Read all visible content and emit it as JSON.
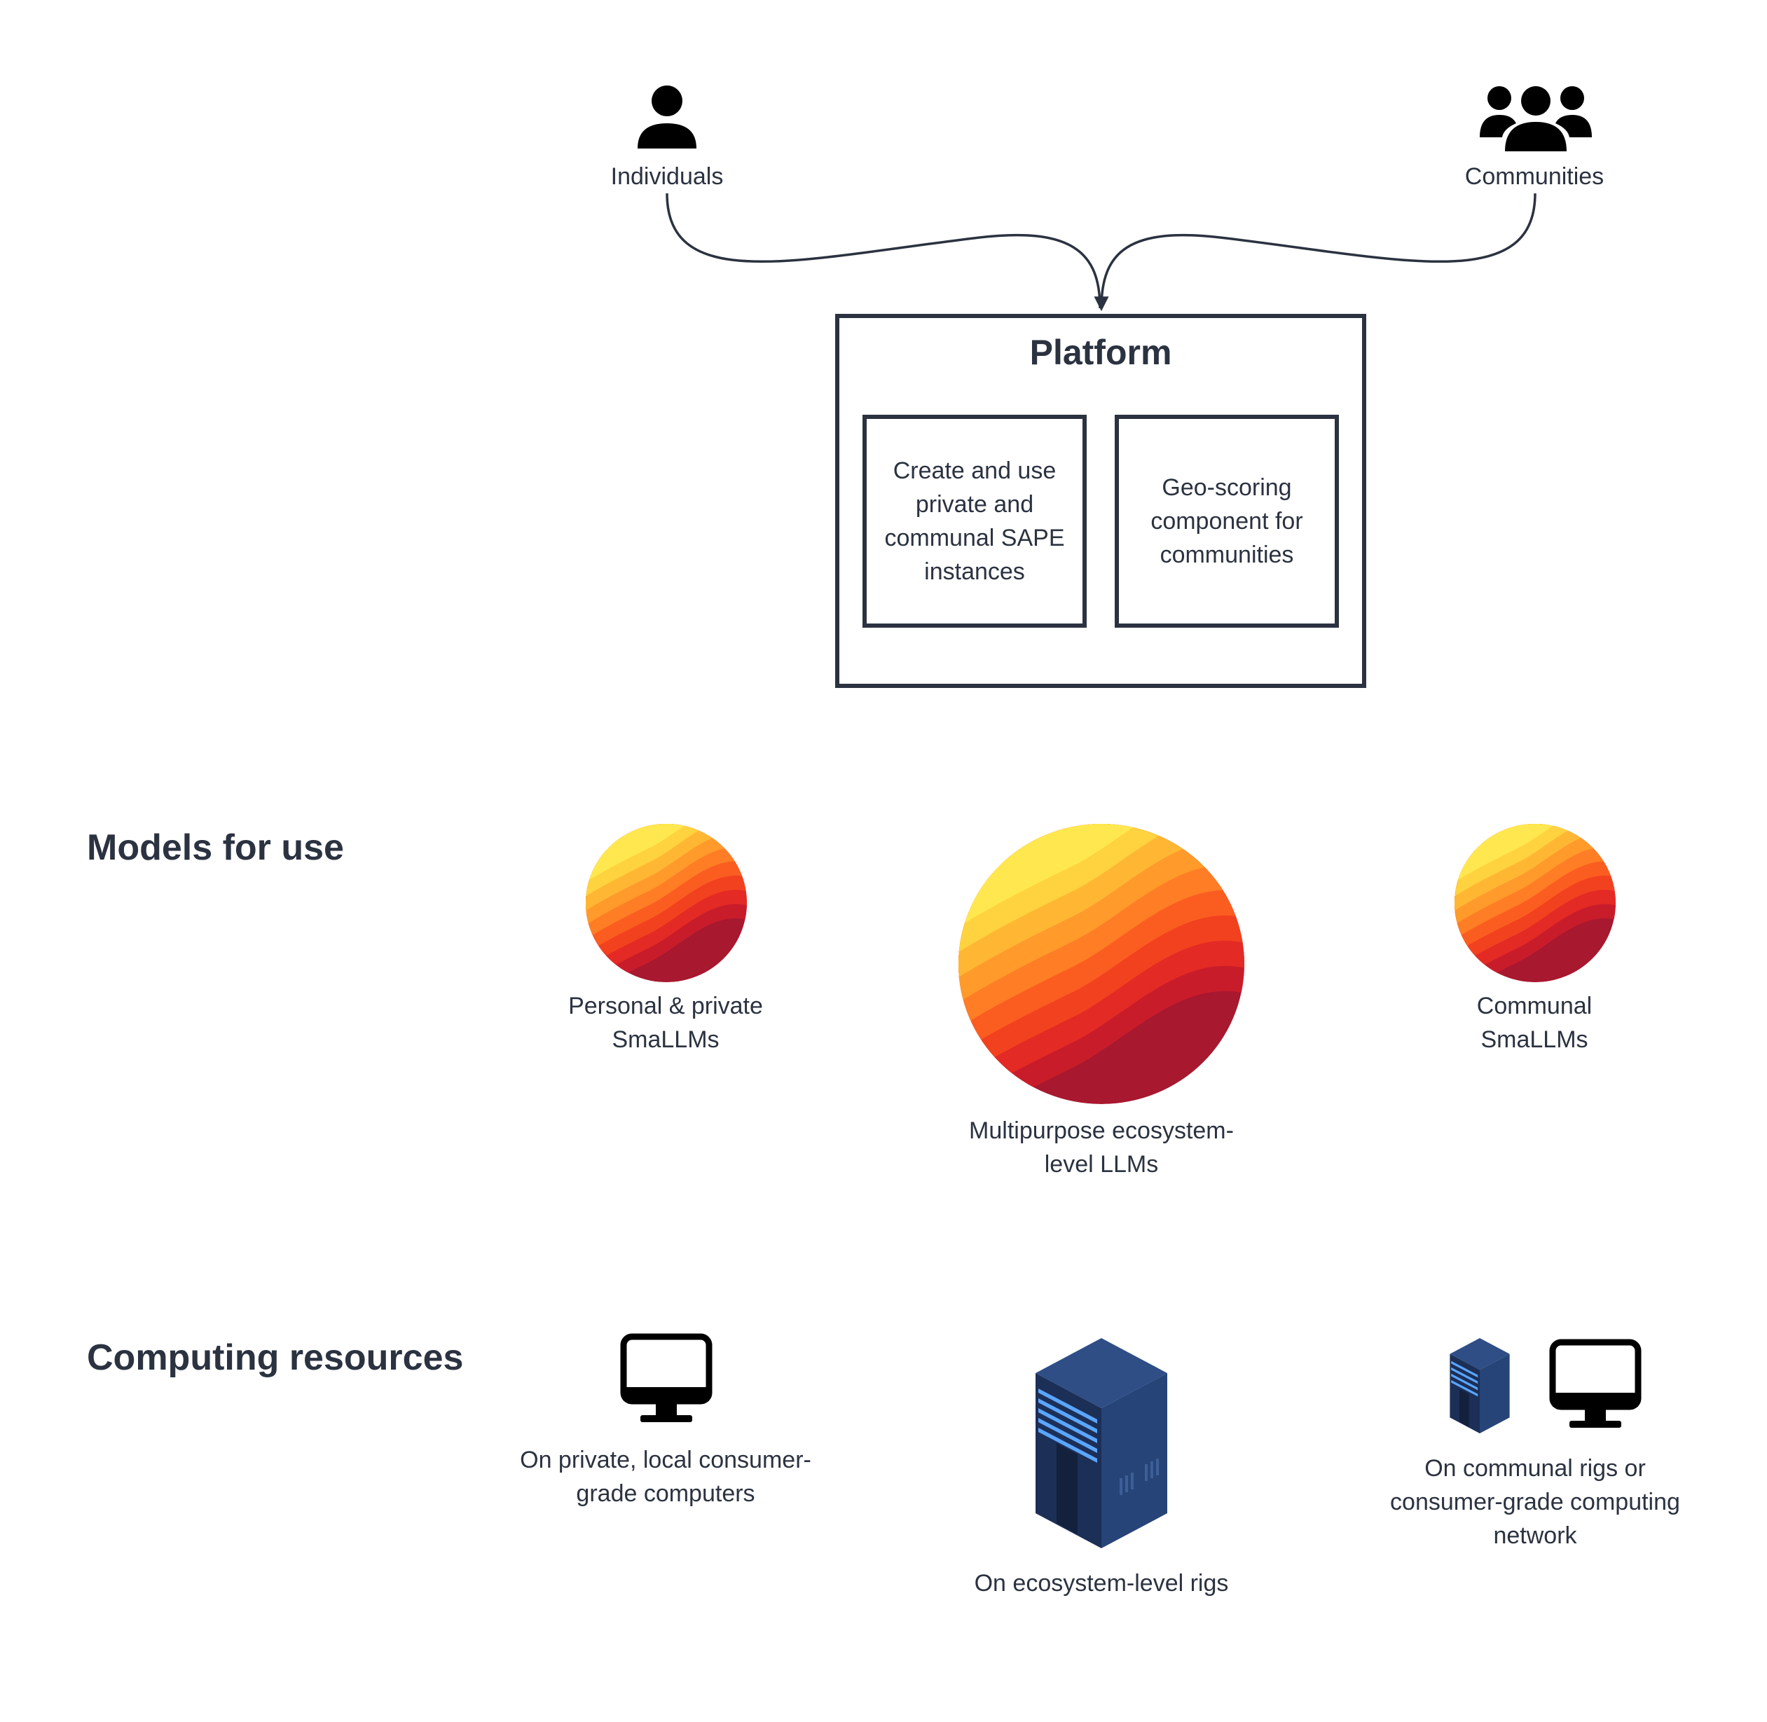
{
  "actors": {
    "individuals": {
      "label": "Individuals",
      "icon": "person-icon"
    },
    "communities": {
      "label": "Communities",
      "icon": "group-icon"
    }
  },
  "platform": {
    "title": "Platform",
    "components": [
      {
        "text": "Create and use private and communal SAPE instances"
      },
      {
        "text": "Geo-scoring component for communities"
      }
    ]
  },
  "models": {
    "title": "Models for use",
    "items": [
      {
        "label": "Personal & private SmaLLMs",
        "icon": "model-sphere-icon"
      },
      {
        "label": "Multipurpose ecosystem-level LLMs",
        "icon": "model-sphere-icon"
      },
      {
        "label": "Communal SmaLLMs",
        "icon": "model-sphere-icon"
      }
    ]
  },
  "computing": {
    "title": "Computing resources",
    "items": [
      {
        "label": "On private, local consumer-grade computers",
        "icon": "monitor-icon"
      },
      {
        "label": "On ecosystem-level rigs",
        "icon": "server-icon"
      },
      {
        "label": "On communal rigs or consumer-grade computing network",
        "icon": "server-and-monitor-icon"
      }
    ]
  },
  "colors": {
    "text": "#2b3240",
    "sphere_top": "#ffe44d",
    "sphere_mid": "#ff7a1f",
    "sphere_bottom": "#b3182c",
    "server": "#243d6e",
    "server_light": "#4a8fe0"
  }
}
